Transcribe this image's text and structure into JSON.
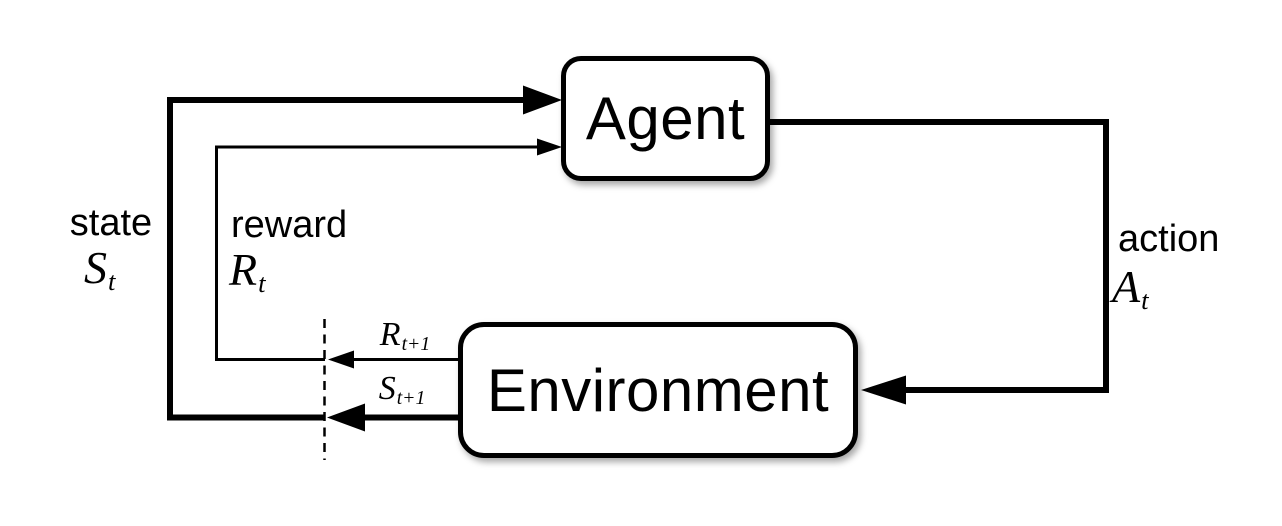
{
  "colors": {
    "ink": "#000000",
    "background": "#ffffff",
    "box_fill": "#ffffff"
  },
  "nodes": {
    "agent": {
      "label": "Agent"
    },
    "environment": {
      "label": "Environment"
    }
  },
  "labels": {
    "state": {
      "word": "state",
      "symbol": "S",
      "subscript": "t"
    },
    "reward": {
      "word": "reward",
      "symbol": "R",
      "subscript": "t"
    },
    "action": {
      "word": "action",
      "symbol": "A",
      "subscript": "t"
    },
    "next_reward": {
      "symbol": "R",
      "subscript": "t+1"
    },
    "next_state": {
      "symbol": "S",
      "subscript": "t+1"
    }
  },
  "edges": [
    {
      "name": "state-to-agent",
      "from": "environment",
      "to": "agent",
      "label": "state S t",
      "style": "thick solid arrow"
    },
    {
      "name": "reward-to-agent",
      "from": "environment",
      "to": "agent",
      "label": "reward R t",
      "style": "thin solid arrow"
    },
    {
      "name": "action-to-environment",
      "from": "agent",
      "to": "environment",
      "label": "action A t",
      "style": "thick solid arrow"
    },
    {
      "name": "next-reward-from-environment",
      "from": "environment",
      "to": "time-boundary",
      "label": "R t+1",
      "style": "thin solid arrow"
    },
    {
      "name": "next-state-from-environment",
      "from": "environment",
      "to": "time-boundary",
      "label": "S t+1",
      "style": "thick solid arrow"
    },
    {
      "name": "time-step-boundary",
      "style": "dashed vertical line"
    }
  ]
}
